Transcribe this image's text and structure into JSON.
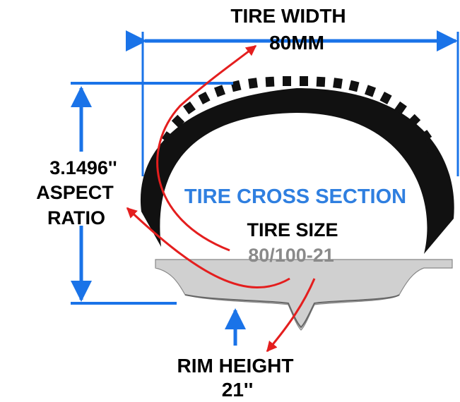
{
  "labels": {
    "tire_width_title": "TIRE WIDTH",
    "tire_width_value": "80MM",
    "aspect_value": "3.1496''",
    "aspect_line1": "ASPECT",
    "aspect_line2": "RATIO",
    "cross_section": "TIRE CROSS SECTION",
    "tire_size_title": "TIRE SIZE",
    "tire_size_value": "80/100-21",
    "rim_height_title": "RIM HEIGHT",
    "rim_height_value": "21''"
  },
  "colors": {
    "dimension_blue": "#1a73e8",
    "cross_section_blue": "#2f7fe0",
    "annotation_red": "#e41e1e",
    "tire_black": "#111111",
    "rim_gray": "#c8c8c8",
    "size_gray": "#8a8a8a"
  },
  "icons": {
    "arrow": "arrowhead",
    "tire": "tire-cross-section-drawing",
    "rim": "rim-profile-drawing"
  }
}
